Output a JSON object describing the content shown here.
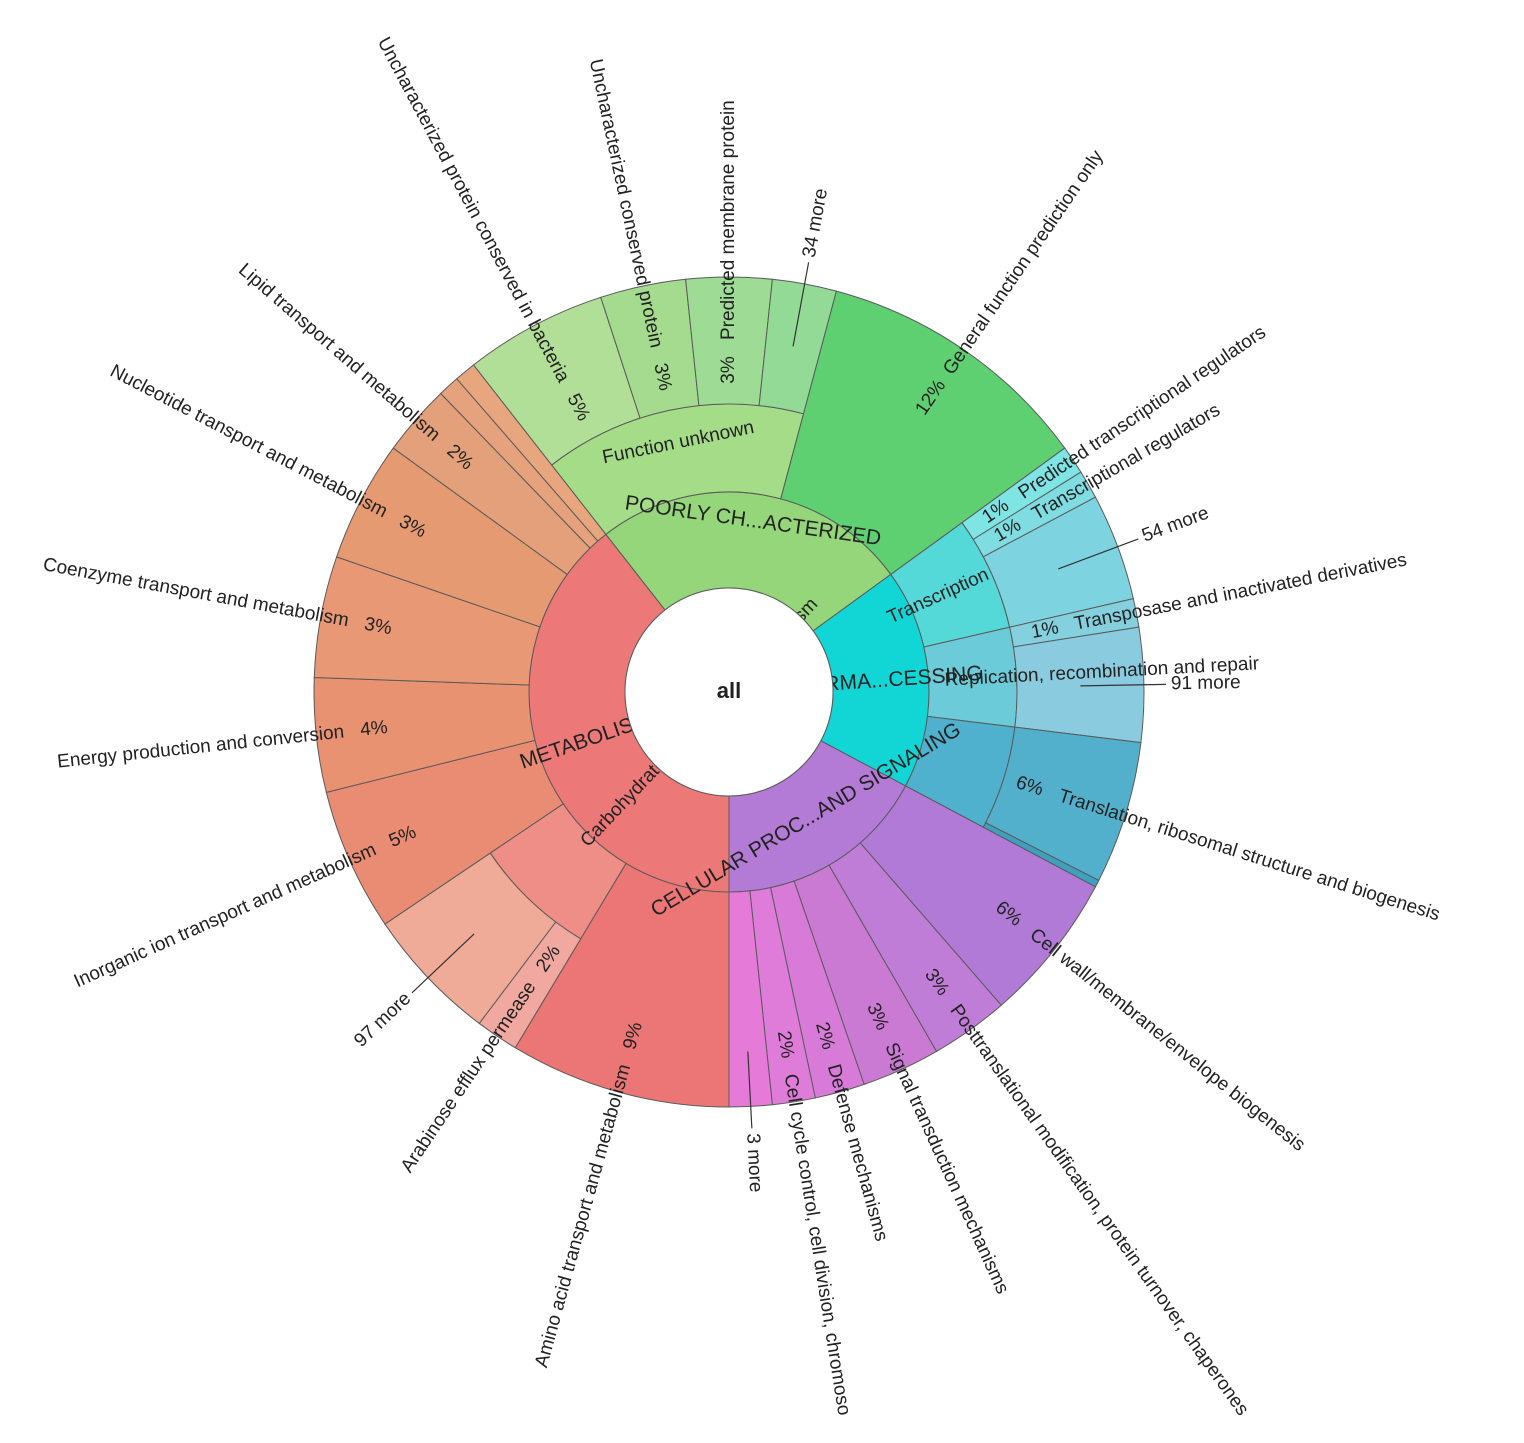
{
  "colors": {
    "poorly": "#62d074",
    "metabolism": "#ec7878",
    "information": "#12d6d6",
    "cellular": "#b37bd6"
  },
  "chart_data": {
    "type": "sunburst",
    "center": "all",
    "categories": [
      {
        "name": "POORLY CH...ACTERIZED",
        "start_deg": -38,
        "end_deg": 54,
        "color": "#94d679",
        "children": [
          {
            "name": "Function unknown",
            "start_deg": -38,
            "end_deg": 15,
            "color": "#a5dc88",
            "children": [
              {
                "name": "Uncharacterized protein conserved in bacteria",
                "pct": "5%",
                "start_deg": -38,
                "end_deg": -18,
                "color": "#b2df98"
              },
              {
                "name": "Uncharacterized conserved protein",
                "pct": "3%",
                "start_deg": -18,
                "end_deg": -6,
                "color": "#a4db8e"
              },
              {
                "name": "Predicted membrane protein",
                "pct": "3%",
                "start_deg": -6,
                "end_deg": 6,
                "color": "#9edc95"
              },
              {
                "name": "34 more",
                "pct": "",
                "start_deg": 6,
                "end_deg": 15,
                "color": "#93da96"
              }
            ]
          },
          {
            "name": "General function prediction only",
            "pct": "12%",
            "start_deg": 15,
            "end_deg": 54,
            "color": "#5fd072",
            "children": []
          }
        ]
      },
      {
        "name": "INFORMA...CESSING",
        "start_deg": 54,
        "end_deg": 118,
        "color": "#12d6d6",
        "children": [
          {
            "name": "Transcription",
            "start_deg": 54,
            "end_deg": 77,
            "color": "#55d8d8",
            "children": [
              {
                "name": "Predicted transcriptional regulators",
                "pct": "1%",
                "start_deg": 54,
                "end_deg": 58,
                "color": "#7ee4e4"
              },
              {
                "name": "Transcriptional regulators",
                "pct": "1%",
                "start_deg": 58,
                "end_deg": 62,
                "color": "#7fdde2"
              },
              {
                "name": "54 more",
                "pct": "",
                "start_deg": 62,
                "end_deg": 77,
                "color": "#7dd3df"
              }
            ]
          },
          {
            "name": "Replication, recombination and repair",
            "start_deg": 77,
            "end_deg": 97,
            "color": "#6ccbd8",
            "children": [
              {
                "name": "Transposase and inactivated derivatives",
                "pct": "1%",
                "start_deg": 77,
                "end_deg": 81,
                "color": "#84d0de"
              },
              {
                "name": "91 more",
                "pct": "",
                "start_deg": 81,
                "end_deg": 97,
                "color": "#8acbe0"
              }
            ]
          },
          {
            "name": "Translation, ribosomal structure and biogenesis",
            "pct": "6%",
            "start_deg": 97,
            "end_deg": 118,
            "color": "#4fb1cd",
            "children": [
              {
                "name": "",
                "pct": "",
                "start_deg": 97,
                "end_deg": 117,
                "color": "#53b0cc"
              },
              {
                "name": "",
                "pct": "",
                "start_deg": 117,
                "end_deg": 118,
                "color": "#3f9fbe"
              }
            ]
          }
        ]
      },
      {
        "name": "CELLULAR PROC...AND SIGNALING",
        "start_deg": 118,
        "end_deg": 180,
        "color": "#b37bd6",
        "children": [
          {
            "name": "Cell wall/membrane/envelope biogenesis",
            "pct": "6%",
            "start_deg": 118,
            "end_deg": 139,
            "color": "#b07ad6",
            "children": []
          },
          {
            "name": "Posttranslational modification, protein turnover, chaperones",
            "pct": "3%",
            "start_deg": 139,
            "end_deg": 150,
            "color": "#c07dd8",
            "children": []
          },
          {
            "name": "Signal transduction mechanisms",
            "pct": "3%",
            "start_deg": 150,
            "end_deg": 161,
            "color": "#cb7ad4",
            "children": []
          },
          {
            "name": "Defense mechanisms",
            "pct": "2%",
            "start_deg": 161,
            "end_deg": 168,
            "color": "#d87bd8",
            "children": []
          },
          {
            "name": "Cell cycle control, cell division, chromoso",
            "pct": "2%",
            "start_deg": 168,
            "end_deg": 174,
            "color": "#df7bd9",
            "children": []
          },
          {
            "name": "3 more",
            "pct": "",
            "start_deg": 174,
            "end_deg": 180,
            "color": "#e57ad9",
            "children": []
          }
        ]
      },
      {
        "name": "METABOLISM",
        "start_deg": 180,
        "end_deg": 322,
        "color": "#ec7878",
        "children": [
          {
            "name": "Amino acid transport and metabolism",
            "pct": "9%",
            "start_deg": 180,
            "end_deg": 211,
            "color": "#ec7676",
            "children": []
          },
          {
            "name": "Carbohydrate transport and metabolism",
            "start_deg": 211,
            "end_deg": 236,
            "color": "#ef8e86",
            "children": [
              {
                "name": "Arabinose efflux permease",
                "pct": "2%",
                "start_deg": 211,
                "end_deg": 217,
                "color": "#f0a8a0"
              },
              {
                "name": "97 more",
                "pct": "",
                "start_deg": 217,
                "end_deg": 236,
                "color": "#f0aa98"
              }
            ]
          },
          {
            "name": "Inorganic ion transport and metabolism",
            "pct": "5%",
            "start_deg": 236,
            "end_deg": 256,
            "color": "#ea8c74",
            "children": []
          },
          {
            "name": "Energy production and conversion",
            "pct": "4%",
            "start_deg": 256,
            "end_deg": 272,
            "color": "#e89272",
            "children": []
          },
          {
            "name": "Coenzyme transport and metabolism",
            "pct": "3%",
            "start_deg": 272,
            "end_deg": 289,
            "color": "#e89874",
            "children": []
          },
          {
            "name": "Nucleotide transport and metabolism",
            "pct": "3%",
            "start_deg": 289,
            "end_deg": 306,
            "color": "#e69a72",
            "children": []
          },
          {
            "name": "Lipid transport and metabolism",
            "pct": "2%",
            "start_deg": 306,
            "end_deg": 316,
            "color": "#e4a07a",
            "children": []
          },
          {
            "name": "",
            "pct": "",
            "start_deg": 316,
            "end_deg": 319,
            "color": "#e6a27c",
            "children": []
          },
          {
            "name": "",
            "pct": "",
            "start_deg": 319,
            "end_deg": 322,
            "color": "#e8a67e",
            "children": []
          }
        ]
      }
    ]
  }
}
